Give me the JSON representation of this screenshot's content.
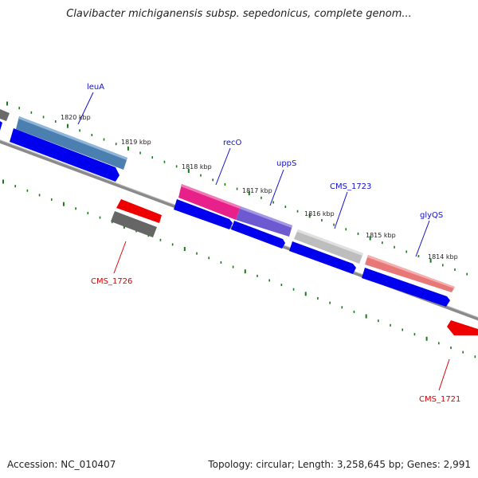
{
  "title": "Clavibacter michiganensis subsp. sepedonicus, complete genom...",
  "footer": {
    "accession": "Accession: NC_010407",
    "summary": "Topology: circular; Length: 3,258,645 bp; Genes: 2,991"
  },
  "colors": {
    "backbone": "#777777",
    "tick": "#1a7a1a",
    "cds_plus": "#0000ee",
    "cds_minus": "#ee0000",
    "label_gene": "#1010cc",
    "label_minus": "#dd0000",
    "leuA": "#4a7fb0",
    "recO": "#e8208a",
    "uppS": "#6e5ad0",
    "CMS_1723": "#bdbdbd",
    "glyQS": "#e87878",
    "CMS_1726": "#666666"
  },
  "scale_labels": [
    "1820 kbp",
    "1819 kbp",
    "1818 kbp",
    "1817 kbp",
    "1816 kbp",
    "1815 kbp",
    "1814 kbp"
  ],
  "genes": [
    {
      "label": "leuA",
      "color_key": "leuA"
    },
    {
      "label": "recO",
      "color_key": "recO"
    },
    {
      "label": "uppS",
      "color_key": "uppS"
    },
    {
      "label": "CMS_1723",
      "color_key": "CMS_1723"
    },
    {
      "label": "glyQS",
      "color_key": "glyQS"
    },
    {
      "label": "CMS_1726",
      "color_key": "CMS_1726"
    },
    {
      "label": "CMS_1721",
      "color_key": "cds_minus"
    }
  ]
}
